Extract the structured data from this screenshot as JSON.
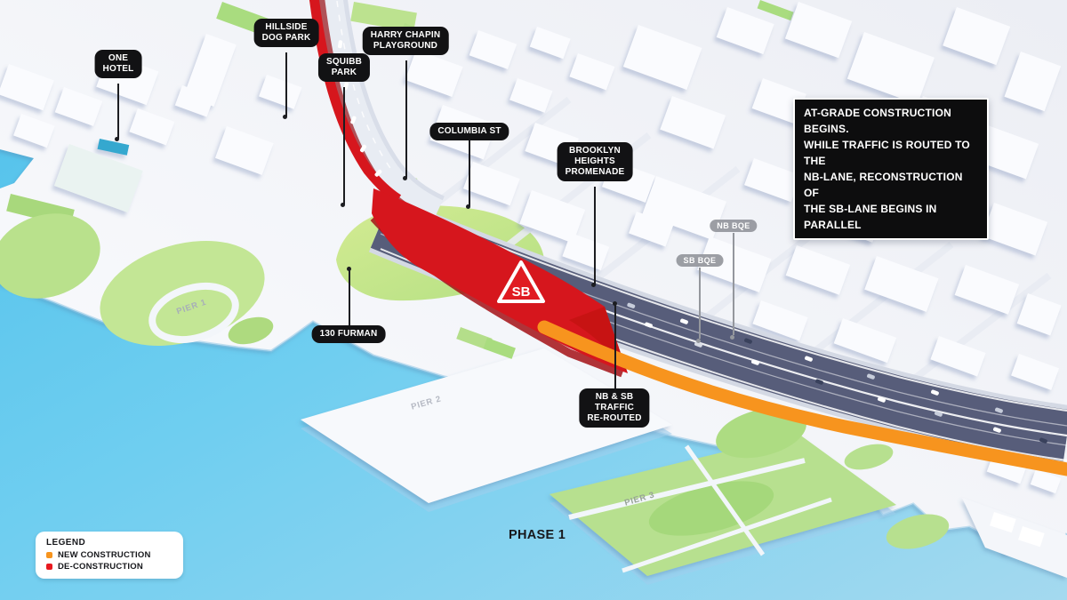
{
  "map": {
    "callout": {
      "text": "AT-GRADE CONSTRUCTION BEGINS.\nWHILE TRAFFIC IS ROUTED TO THE\nNB-LANE, RECONSTRUCTION OF\nTHE SB-LANE BEGINS IN PARALLEL"
    },
    "labels": {
      "one_hotel": "ONE\nHOTEL",
      "hillside_dog_park": "HILLSIDE\nDOG PARK",
      "squibb_park": "SQUIBB\nPARK",
      "harry_chapin_playground": "HARRY CHAPIN\nPLAYGROUND",
      "columbia_st": "COLUMBIA ST",
      "brooklyn_heights_promenade": "BROOKLYN\nHEIGHTS\nPROMENADE",
      "furman_130": "130 FURMAN",
      "nb_sb_rerouted": "NB & SB\nTRAFFIC\nRE-ROUTED"
    },
    "road_tags": {
      "nb_bqe": "NB BQE",
      "sb_bqe": "SB BQE"
    },
    "piers": {
      "pier1": "PIER 1",
      "pier2": "PIER 2",
      "pier3": "PIER 3"
    },
    "sb_badge": "SB",
    "phase": "PHASE 1"
  },
  "legend": {
    "title": "LEGEND",
    "items": [
      {
        "label": "NEW CONSTRUCTION",
        "color": "#F7941E"
      },
      {
        "label": "DE-CONSTRUCTION",
        "color": "#E8191F"
      }
    ]
  },
  "colors": {
    "water": "#5BC6EC",
    "land": "#EFF1F6",
    "park_green": "#BCE28F",
    "road": "#575D7A",
    "new_construction": "#F7941E",
    "de_construction": "#D6161D",
    "label_bg": "#121214",
    "road_tag_bg": "#94969C"
  }
}
